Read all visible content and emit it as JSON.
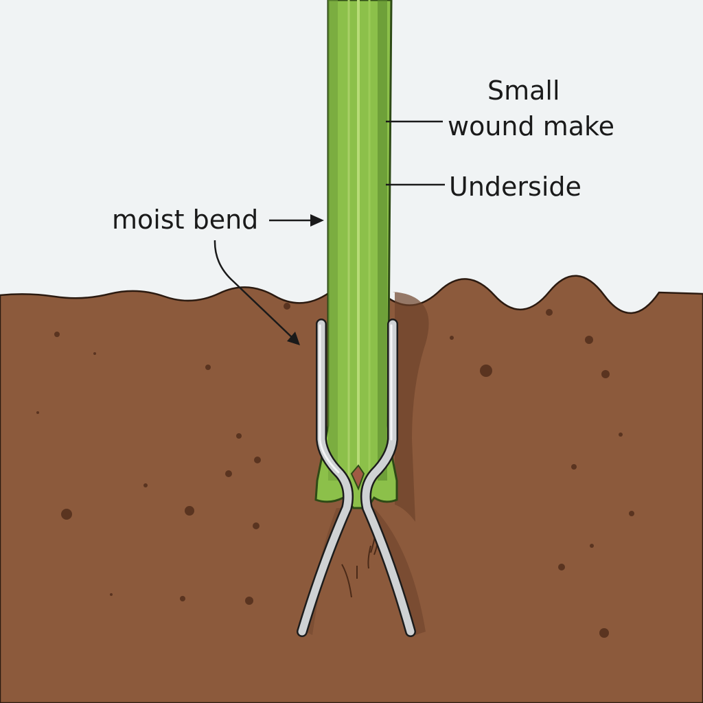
{
  "labels": {
    "small_wound": "Small\nwound make",
    "small_wound_line1": "Small",
    "small_wound_line2": "wound make",
    "underside": "Underside",
    "moist_bend": "moist bend"
  },
  "colors": {
    "sky": "#f0f3f4",
    "soil": "#8c5a3c",
    "soil_dark": "#6e432b",
    "stem": "#8cc04a",
    "stem_dark": "#5a8a2e",
    "pin": "#d8dadc",
    "text": "#1a1a1a"
  },
  "figure": {
    "subject": "green plant stem pinned into soil with a bent wire staple",
    "elements": [
      "stem",
      "soil",
      "wire-pin",
      "rootlets",
      "wound"
    ]
  }
}
